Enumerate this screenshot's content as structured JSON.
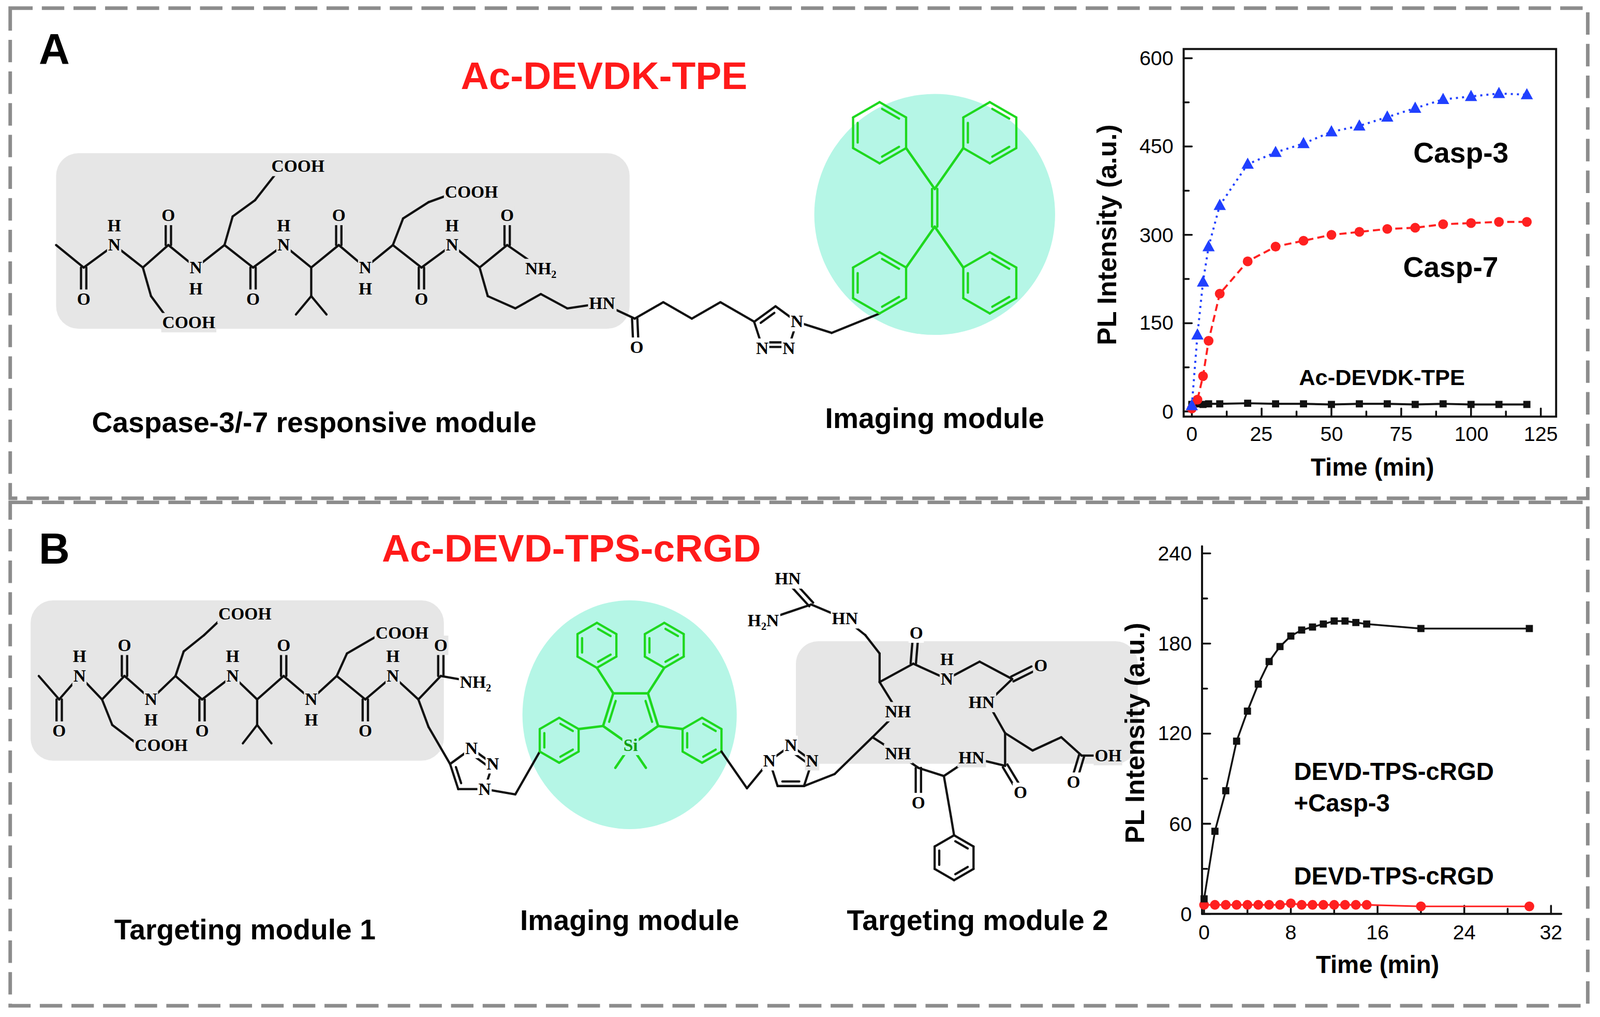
{
  "diagram": {
    "nodes": [
      {
        "text": [
          "A",
          "Ac-DEVDK-TPE"
        ]
      },
      {
        "text": [
          "Caspase-3/-7 responsive module"
        ],
        "in": 0
      },
      {
        "text": [
          "Imaging module"
        ],
        "in": 0
      },
      {
        "text": [
          "B",
          "Ac-DEVD-TPS-cRGD"
        ]
      },
      {
        "text": [
          "Targeting module 1"
        ],
        "in": 3
      },
      {
        "text": [
          "Imaging module"
        ],
        "in": 3
      },
      {
        "text": [
          "Targeting module 2"
        ],
        "in": 3
      }
    ],
    "labels": [
      "O",
      "H",
      "N",
      "COOH",
      "O",
      "N",
      "H",
      "COOH",
      "O",
      "H",
      "N",
      "O",
      "N",
      "H",
      "COOH",
      "O",
      "H",
      "N",
      "O",
      "NH₂",
      "HN",
      "O",
      "N",
      "N",
      "N",
      "PL Intensity (a.u.)",
      "0",
      "150",
      "300",
      "450",
      "600",
      "0",
      "25",
      "50",
      "75",
      "100",
      "125",
      "Time (min)",
      "Casp-3",
      "Casp-7",
      "Ac-DEVDK-TPE",
      "O",
      "H",
      "N",
      "COOH",
      "O",
      "N",
      "H",
      "COOH",
      "O",
      "H",
      "N",
      "O",
      "N",
      "H",
      "COOH",
      "O",
      "H",
      "N",
      "O",
      "NH₂",
      "N",
      "N",
      "N",
      "Si",
      "N",
      "N",
      "N",
      "HN",
      "H₂N",
      "HN",
      "O",
      "H",
      "N",
      "O",
      "HN",
      "OH",
      "O",
      "O",
      "HN",
      "O",
      "NH",
      "NH",
      "PL Intensity (a.u.)",
      "0",
      "60",
      "120",
      "180",
      "240",
      "0",
      "8",
      "16",
      "24",
      "32",
      "Time (min)",
      "DEVD-TPS-cRGD +Casp-3",
      "DEVD-TPS-cRGD"
    ]
  }
}
